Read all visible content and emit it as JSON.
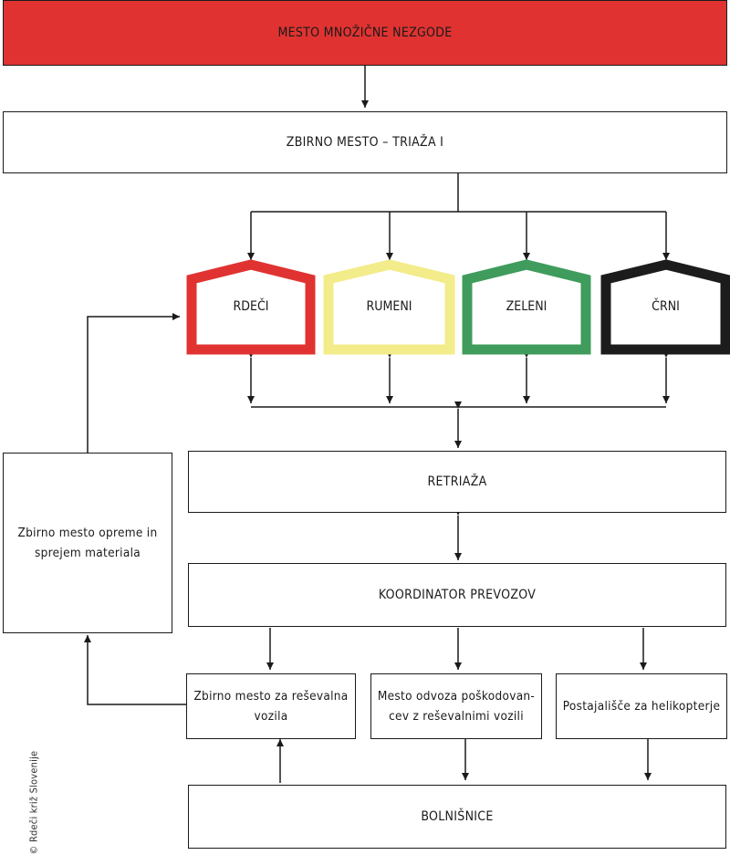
{
  "incident_site": "MESTO MNOŽIČNE NEZGODE",
  "collection_triage": "ZBIRNO MESTO – TRIAŽA I",
  "zones": [
    {
      "label": "RDEČI",
      "color": "#e03331"
    },
    {
      "label": "RUMENI",
      "color": "#f3ec8a"
    },
    {
      "label": "ZELENI",
      "color": "#3f9c5c"
    },
    {
      "label": "ČRNI",
      "color": "#1c1c1c"
    }
  ],
  "retriage": "RETRIAŽA",
  "transport_coordinator": "KOORDINATOR PREVOZOV",
  "equipment_site": "Zbirno mesto opreme in sprejem materiala",
  "ambulance_collection": "Zbirno mesto za reševalna vozila",
  "ambulance_pickup": "Mesto odvoza poškodovan-cev z reševalnimi vozili",
  "helipad": "Postajališče za helikopterje",
  "hospitals": "BOLNIŠNICE",
  "credit": "Rdeči križ Slovenije"
}
